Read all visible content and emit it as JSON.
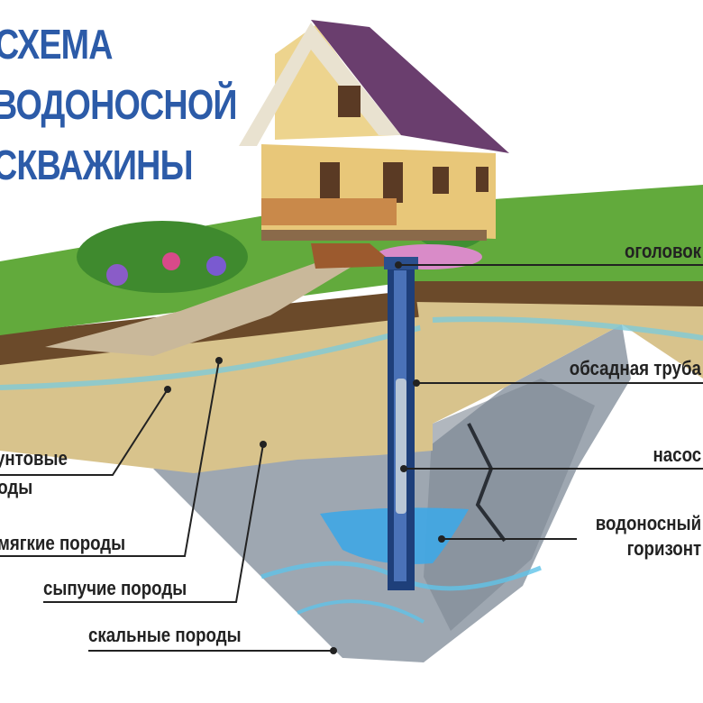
{
  "title": {
    "lines": [
      "СХЕМА",
      "ВОДОНОСНОЙ",
      "СКВАЖИНЫ"
    ],
    "color": "#2c5ba8"
  },
  "labels": {
    "wellhead": "оголовок",
    "casing_pipe": "обсадная труба",
    "pump": "насос",
    "aquifer_line1": "водоносный",
    "aquifer_line2": "горизонт",
    "groundwater_line1": "грунтовые",
    "groundwater_line2": "воды",
    "soft_rocks": "мягкие породы",
    "loose_rocks": "сыпучие породы",
    "hard_rocks": "скальные породы"
  },
  "colors": {
    "grass": "#5fa83a",
    "soil": "#d9c48e",
    "rock": "#9aa3ad",
    "water": "#4aa9e0",
    "pipe": "#1e3f7a"
  }
}
